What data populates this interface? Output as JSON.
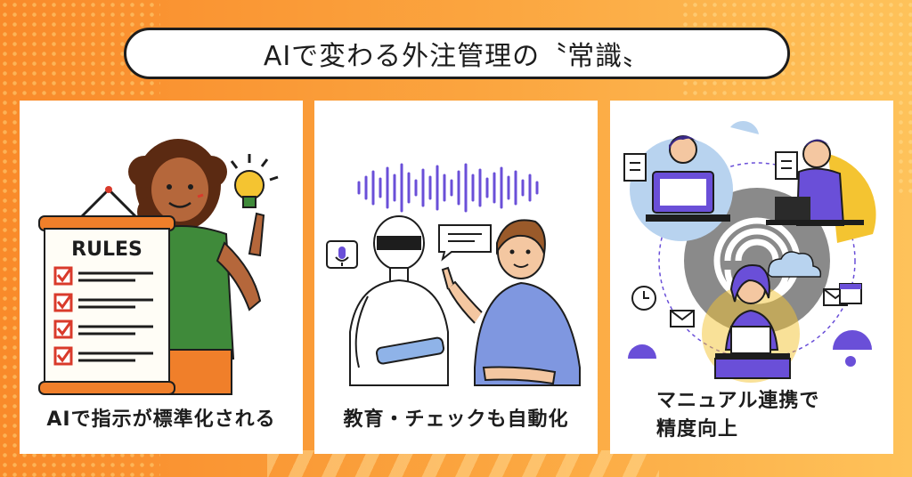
{
  "title": "AIで変わる外注管理の〝常識〟",
  "cards": [
    {
      "caption": "AIで指示が標準化される",
      "board_label": "RULES"
    },
    {
      "caption": "教育・チェックも自動化"
    },
    {
      "caption_line1": "マニュアル連携で",
      "caption_line2": "精度向上"
    }
  ],
  "icons": {
    "card1": [
      "rules-board-icon",
      "lightbulb-icon",
      "checkbox-icon",
      "woman-pointing-icon"
    ],
    "card2": [
      "sound-wave-icon",
      "microphone-icon",
      "chat-bubble-icon",
      "robot-icon",
      "man-talking-icon"
    ],
    "card3": [
      "network-hub-icon",
      "document-icon",
      "laptop-icon",
      "clock-icon",
      "mail-icon",
      "calendar-icon",
      "cloud-icon"
    ]
  },
  "colors": {
    "background_start": "#f98a2a",
    "background_end": "#fec25a",
    "card": "#ffffff",
    "text": "#1d1d1d",
    "accent_red": "#d93a2b",
    "accent_purple": "#6a4fd8",
    "accent_green": "#3f8a3a"
  }
}
